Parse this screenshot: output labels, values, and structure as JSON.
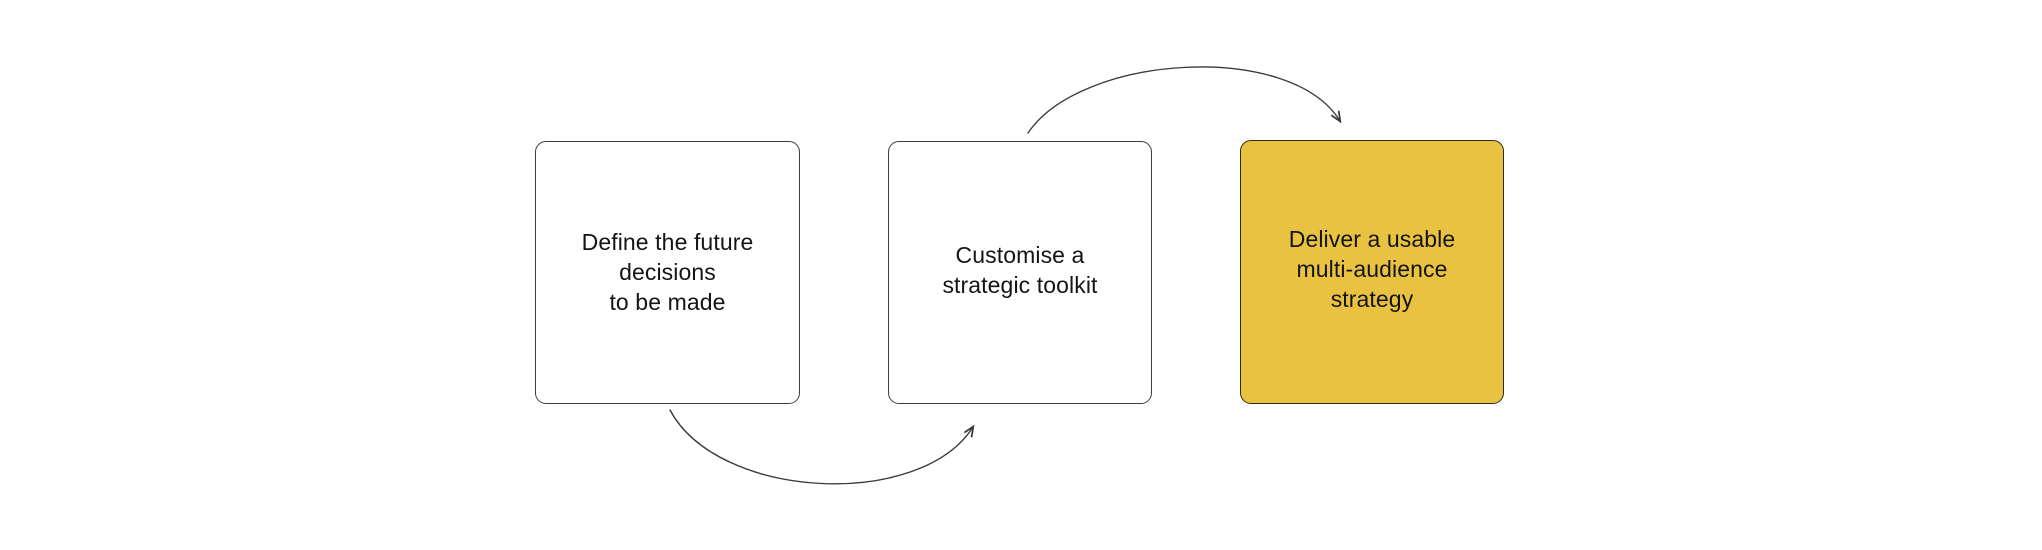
{
  "diagram": {
    "title": "Strategy process three-step flow",
    "background_color": "#ffffff",
    "nodes": [
      {
        "id": "define",
        "label": "Define the future\ndecisions\nto be made",
        "fill_color": "#ffffff",
        "border_color": "#3c3c3c",
        "text_color": "#141414",
        "highlighted": "false"
      },
      {
        "id": "customise",
        "label": "Customise a\nstrategic toolkit",
        "fill_color": "#ffffff",
        "border_color": "#3c3c3c",
        "text_color": "#141414",
        "highlighted": "false"
      },
      {
        "id": "deliver",
        "label": "Deliver a usable\nmulti-audience\nstrategy",
        "fill_color": "#eac242",
        "border_color": "#2e2a1c",
        "text_color": "#141414",
        "highlighted": "true"
      }
    ],
    "connectors": [
      {
        "id": "arc-top",
        "from": "customise",
        "to": "deliver",
        "direction": "right",
        "curvature": "arc-above",
        "stroke_color": "#3a3a3a",
        "arrowhead": "true"
      },
      {
        "id": "arc-bottom",
        "from": "define",
        "to": "customise",
        "direction": "right",
        "curvature": "arc-below",
        "stroke_color": "#3a3a3a",
        "arrowhead": "true"
      }
    ]
  }
}
